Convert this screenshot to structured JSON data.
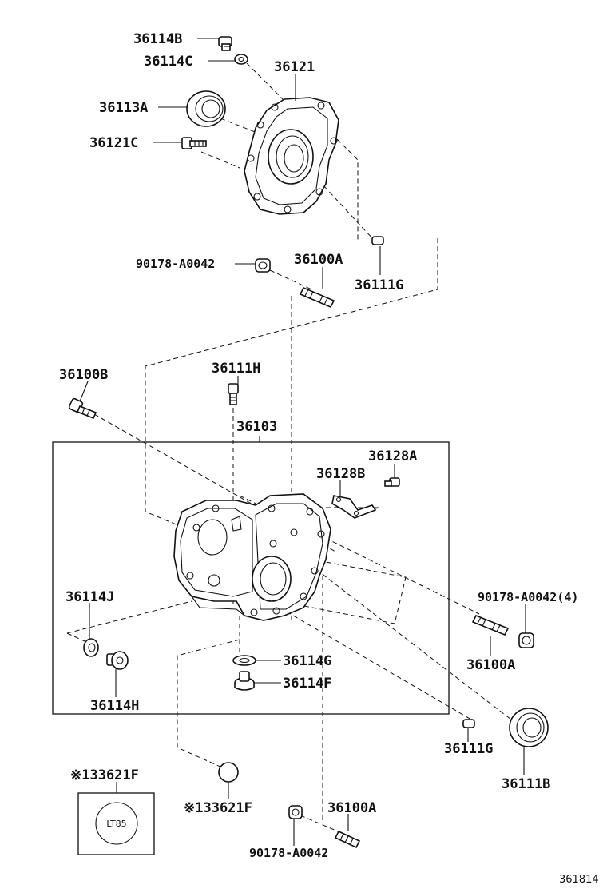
{
  "diagram": {
    "reference_code": "361814",
    "labels": {
      "p36114B": "36114B",
      "p36114C": "36114C",
      "p36121": "36121",
      "p36113A": "36113A",
      "p36121C": "36121C",
      "p90178_top": "90178-A0042",
      "p36100A_top": "36100A",
      "p36111G_top": "36111G",
      "p36100B": "36100B",
      "p36111H": "36111H",
      "p36103": "36103",
      "p36128A": "36128A",
      "p36128B": "36128B",
      "p36114J": "36114J",
      "p90178_right": "90178-A0042(4)",
      "p36100A_right": "36100A",
      "p36114G": "36114G",
      "p36114F": "36114F",
      "p36114H": "36114H",
      "p36111G_bot": "36111G",
      "p36111B": "36111B",
      "p33621F_box": "※133621F",
      "p33621F": "※133621F",
      "p36100A_bot": "36100A",
      "p90178_bot": "90178-A0042"
    },
    "sealant_badge": "LT85"
  }
}
